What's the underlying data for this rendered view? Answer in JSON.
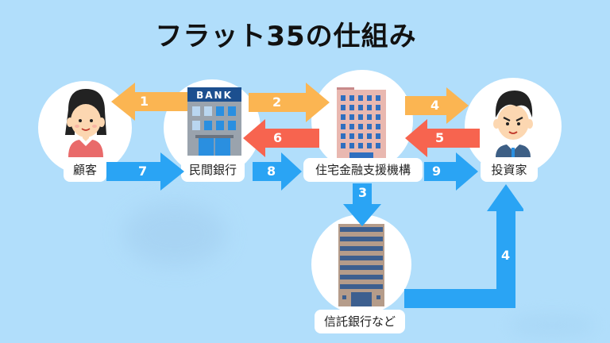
{
  "title": "フラット35の仕組み",
  "colors": {
    "background": "#b1defb",
    "orange_arrow": "#fbb552",
    "red_arrow": "#f7644f",
    "blue_arrow": "#2aa4f4",
    "node_bg": "#ffffff"
  },
  "nodes": {
    "customer": {
      "label": "顧客",
      "icon": "woman-icon"
    },
    "private_bank": {
      "label": "民間銀行",
      "icon": "bank-building-icon",
      "sign": "BANK"
    },
    "agency": {
      "label": "住宅金融支援機構",
      "icon": "office-building-icon"
    },
    "investor": {
      "label": "投資家",
      "icon": "businessman-icon"
    },
    "trust_bank": {
      "label": "信託銀行など",
      "icon": "tower-building-icon"
    }
  },
  "arrows": [
    {
      "number": "1",
      "from": "民間銀行",
      "to": "顧客",
      "color": "orange"
    },
    {
      "number": "2",
      "from": "民間銀行",
      "to": "住宅金融支援機構",
      "color": "orange"
    },
    {
      "number": "3",
      "from": "住宅金融支援機構",
      "to": "信託銀行など",
      "color": "blue"
    },
    {
      "number": "4",
      "from": "住宅金融支援機構",
      "to": "投資家",
      "color": "orange"
    },
    {
      "number": "4",
      "from": "信託銀行など",
      "to": "投資家",
      "color": "blue"
    },
    {
      "number": "5",
      "from": "投資家",
      "to": "住宅金融支援機構",
      "color": "red"
    },
    {
      "number": "6",
      "from": "住宅金融支援機構",
      "to": "民間銀行",
      "color": "red"
    },
    {
      "number": "7",
      "from": "顧客",
      "to": "民間銀行",
      "color": "blue"
    },
    {
      "number": "8",
      "from": "民間銀行",
      "to": "住宅金融支援機構",
      "color": "blue"
    },
    {
      "number": "9",
      "from": "住宅金融支援機構",
      "to": "投資家",
      "color": "blue"
    }
  ]
}
